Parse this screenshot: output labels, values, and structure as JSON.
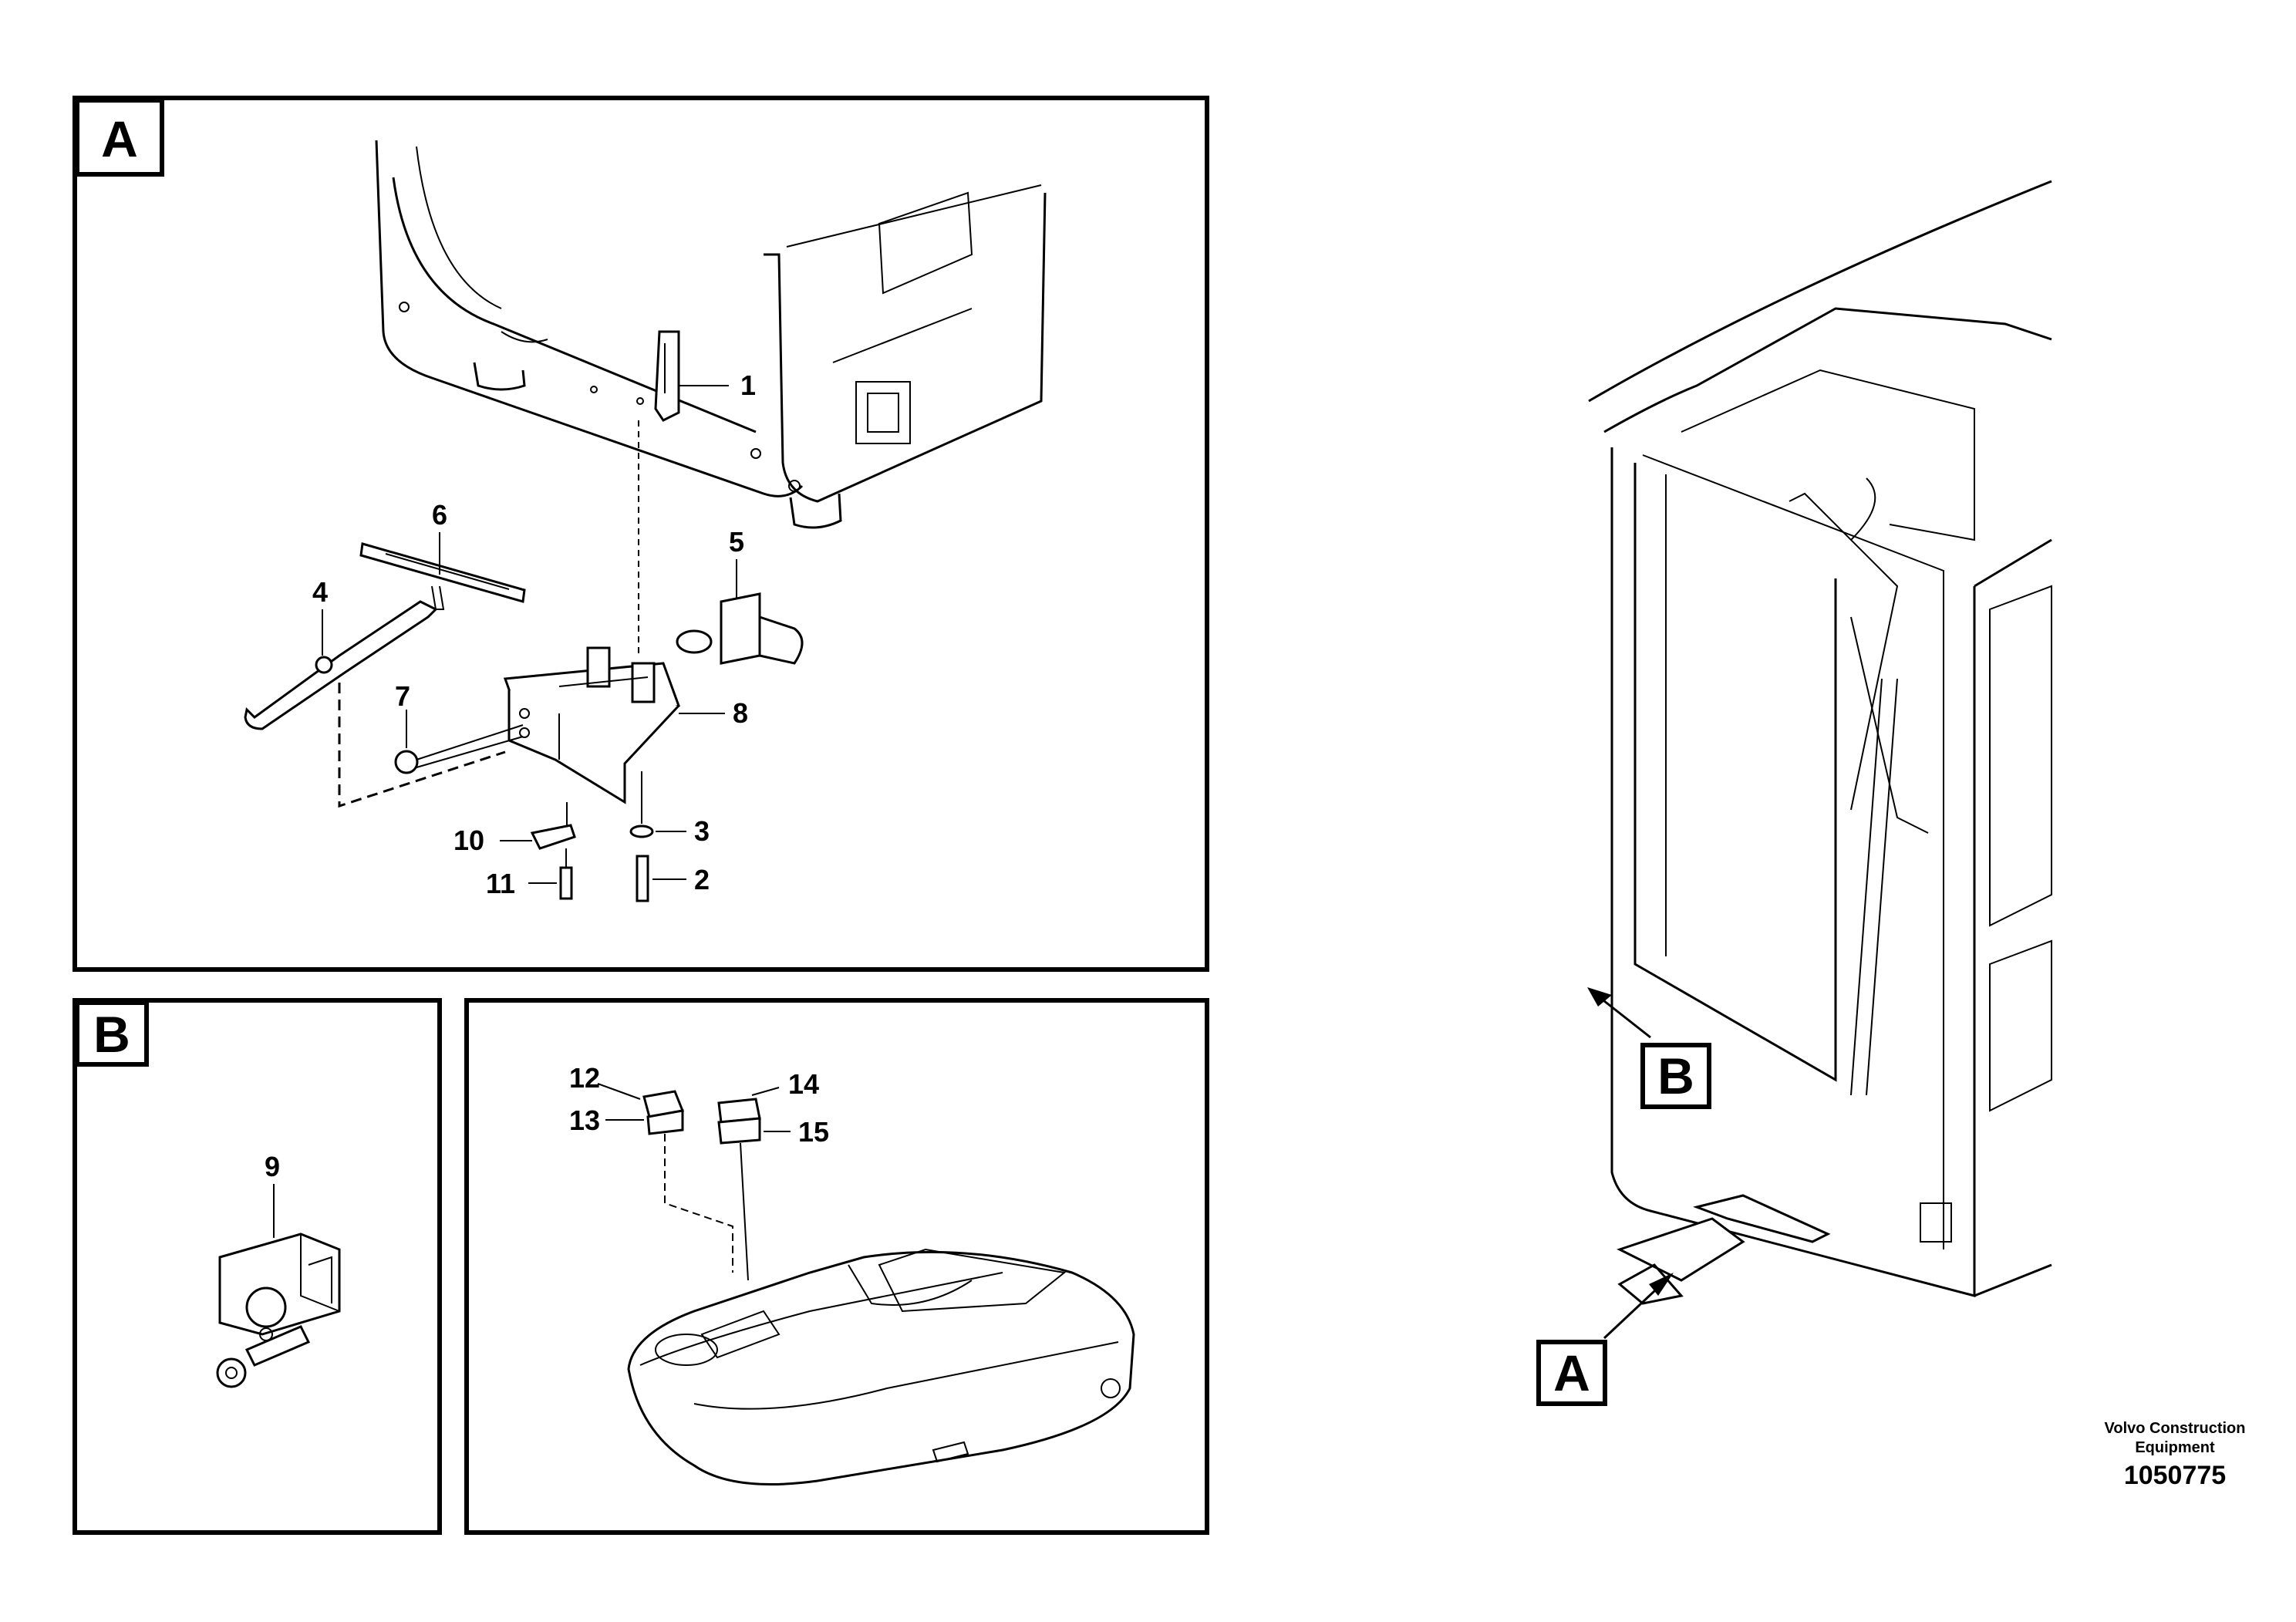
{
  "panels": {
    "a": {
      "label": "A"
    },
    "b": {
      "label": "B"
    }
  },
  "overview_labels": {
    "a": "A",
    "b": "B"
  },
  "callouts": {
    "p1": "1",
    "p2": "2",
    "p3": "3",
    "p4": "4",
    "p5": "5",
    "p6": "6",
    "p7": "7",
    "p8": "8",
    "p9": "9",
    "p10": "10",
    "p11": "11",
    "p12": "12",
    "p13": "13",
    "p14": "14",
    "p15": "15"
  },
  "footer": {
    "brand_line1": "Volvo Construction",
    "brand_line2": "Equipment",
    "drawing_number": "1050775"
  }
}
